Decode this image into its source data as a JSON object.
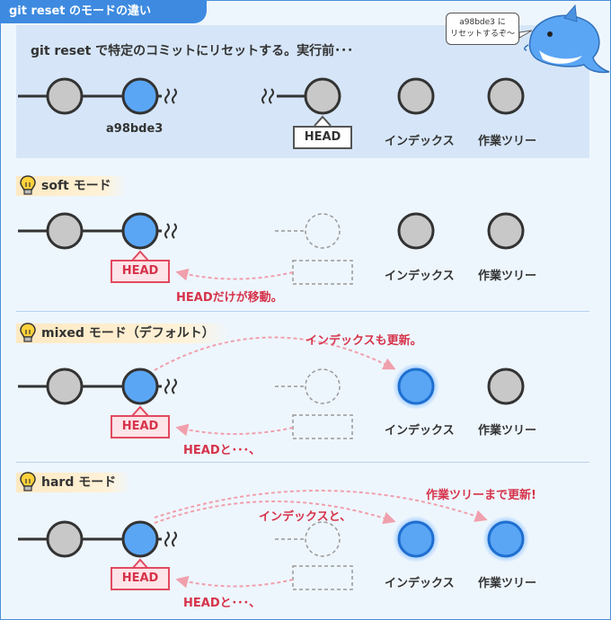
{
  "tab_title": "git reset のモードの違い",
  "top": {
    "title": "git reset で特定のコミットにリセットする。実行前･･･",
    "commit_hash": "a98bde3",
    "head_label": "HEAD",
    "index_label": "インデックス",
    "worktree_label": "作業ツリー",
    "bubble_line1": "a98bde3 に",
    "bubble_line2": "リセットするぞ〜"
  },
  "soft": {
    "title": "soft モード",
    "head_label": "HEAD",
    "note": "HEADだけが移動。",
    "index_label": "インデックス",
    "worktree_label": "作業ツリー"
  },
  "mixed": {
    "title": "mixed モード（デフォルト）",
    "head_label": "HEAD",
    "note": "HEADと･･･、",
    "index_note": "インデックスも更新。",
    "index_label": "インデックス",
    "worktree_label": "作業ツリー"
  },
  "hard": {
    "title": "hard モード",
    "head_label": "HEAD",
    "note": "HEADと･･･、",
    "index_note": "インデックスと、",
    "worktree_note": "作業ツリーまで更新!",
    "index_label": "インデックス",
    "worktree_label": "作業ツリー"
  },
  "colors": {
    "accent_blue": "#3d8ae0",
    "node_gray": "#c8c8c8",
    "node_blue": "#5aa6f5",
    "highlight_red": "#e24a5f",
    "arrow_pink": "#f0a0ad"
  }
}
